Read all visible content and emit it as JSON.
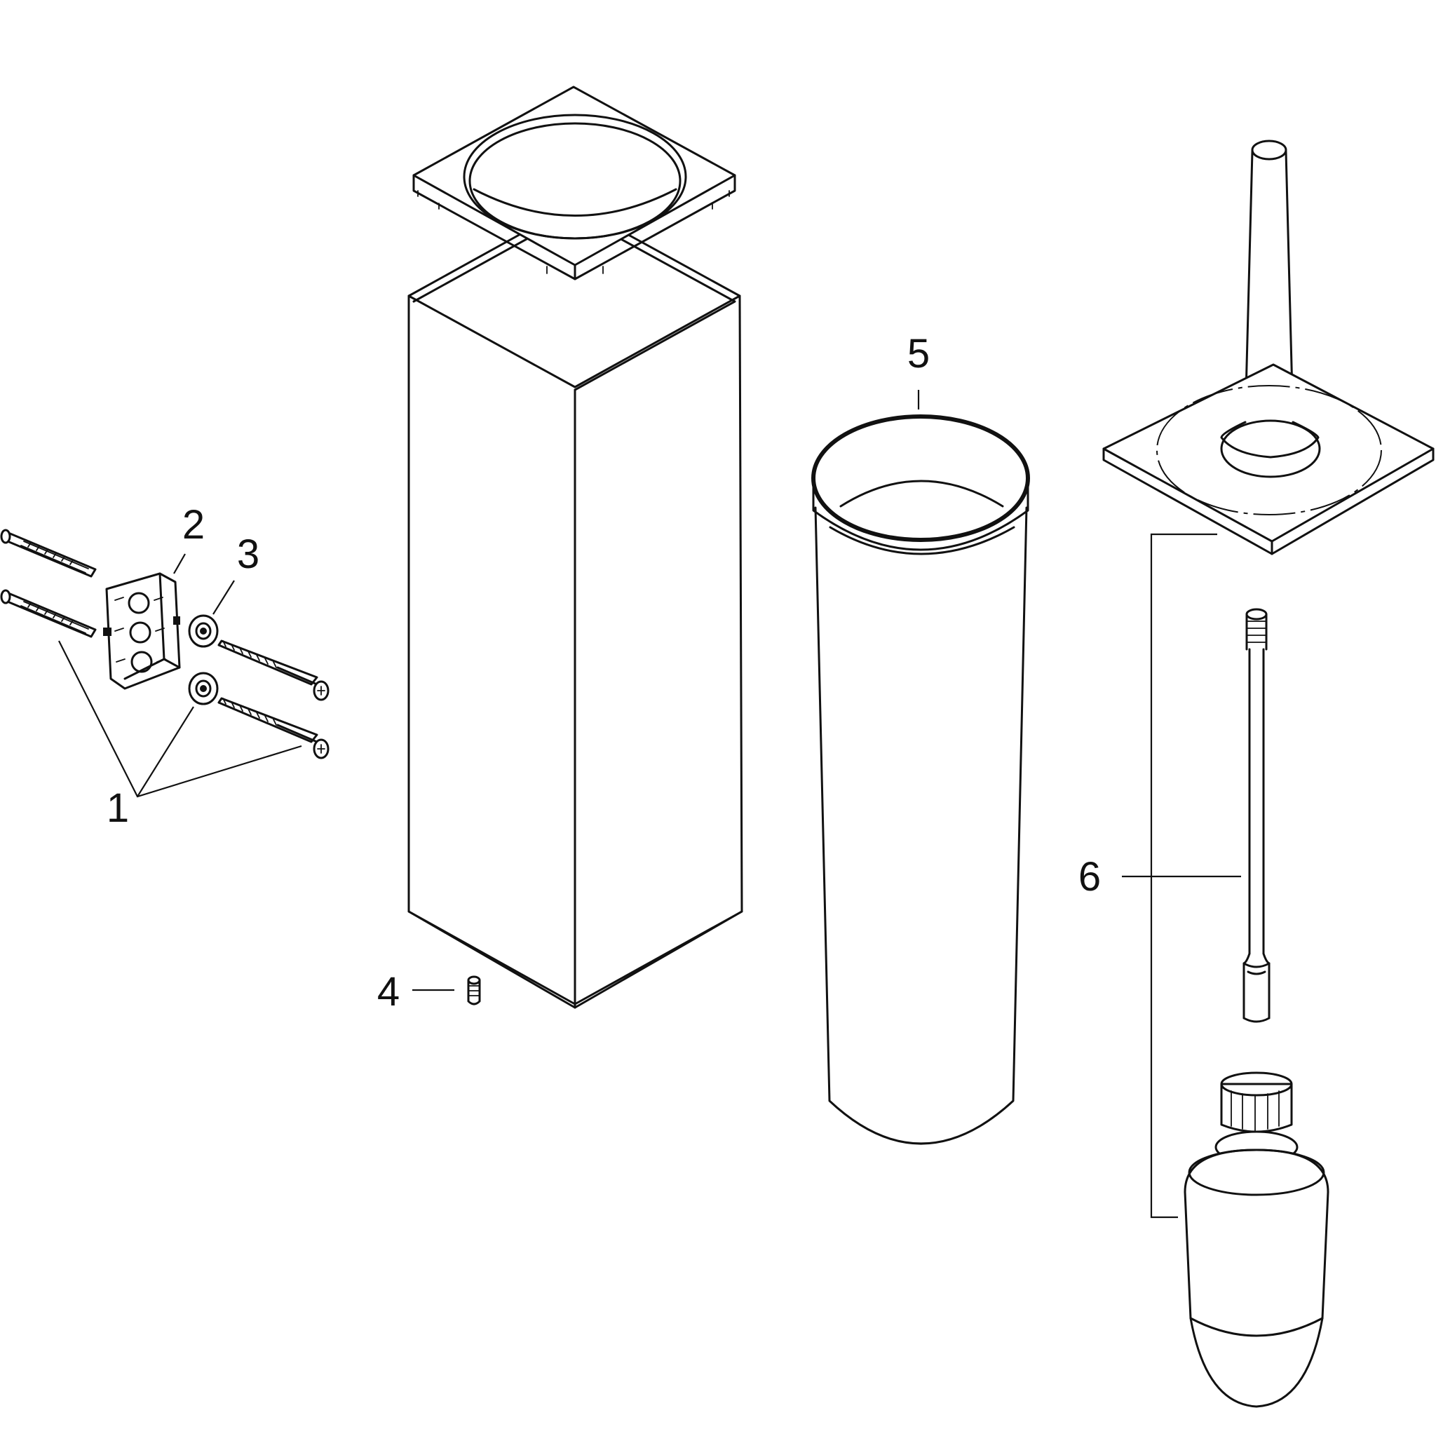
{
  "labels": {
    "l1": "1",
    "l2": "2",
    "l3": "3",
    "l4": "4",
    "l5": "5",
    "l6": "6"
  },
  "parts": [
    {
      "id": "1",
      "name": "wall-plugs-and-screws"
    },
    {
      "id": "2",
      "name": "mounting-bracket"
    },
    {
      "id": "3",
      "name": "washers"
    },
    {
      "id": "4",
      "name": "grub-screw"
    },
    {
      "id": "5",
      "name": "glass-insert"
    },
    {
      "id": "6",
      "name": "toilet-brush"
    }
  ],
  "colors": {
    "line": "#111111",
    "background": "#ffffff"
  }
}
